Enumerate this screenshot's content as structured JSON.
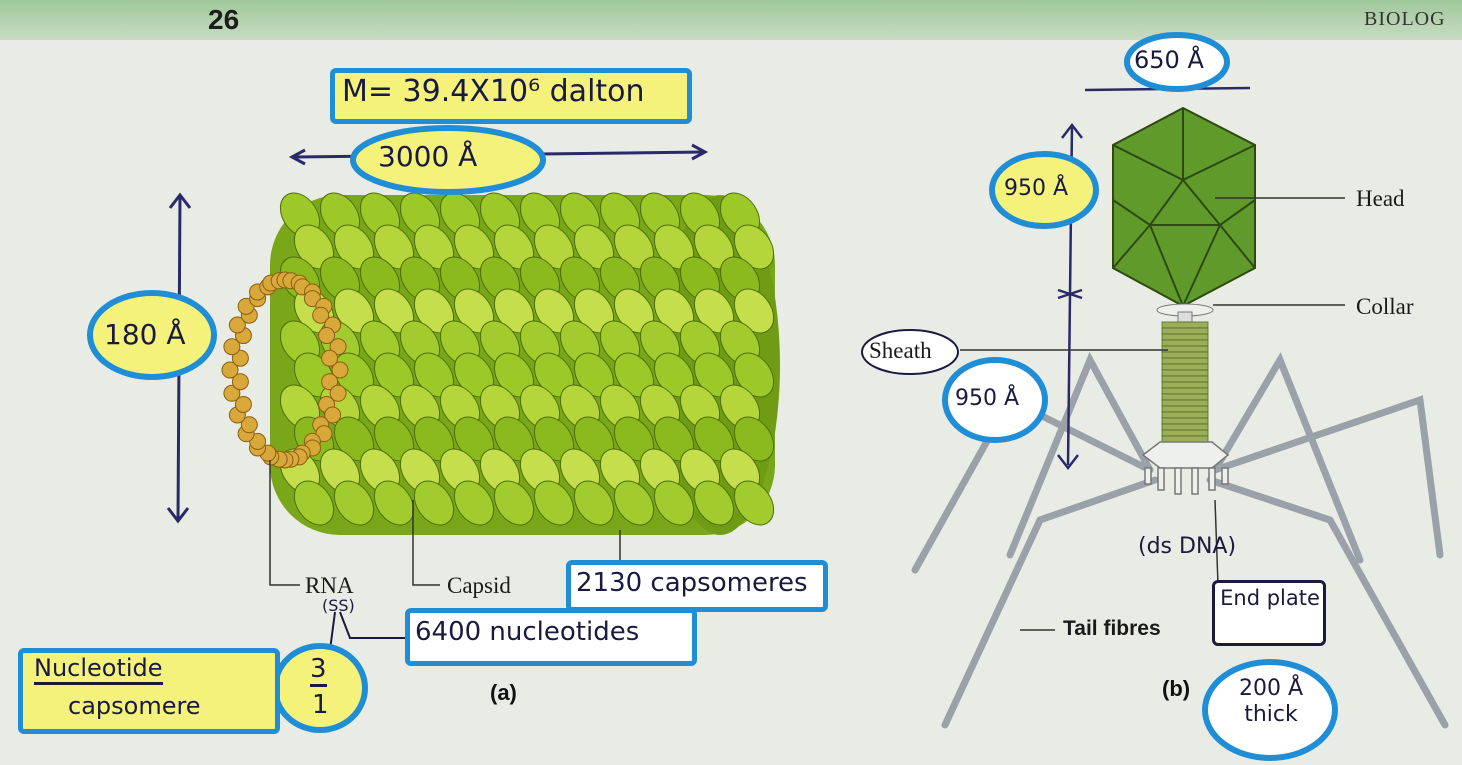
{
  "header": {
    "page_number": "26",
    "running_head": "BIOLOG"
  },
  "figure_a": {
    "caption": "(a)",
    "labels": {
      "rna": "RNA",
      "capsid": "Capsid"
    },
    "annotations": {
      "mass": "M= 39.4X10⁶ dalton",
      "length": "3000 Å",
      "diameter": "180 Å",
      "capsomeres": "2130 capsomeres",
      "rna_small": "(SS)",
      "nucleotides": "6400 nucleotides",
      "ratio_numerator_label": "Nucleotide",
      "ratio_denominator_label": "capsomere",
      "ratio_numerator": "3",
      "ratio_denominator": "1"
    },
    "colors": {
      "capsid": "#8fbf1e",
      "rna": "#d9a83a",
      "highlight": "#f4f27a",
      "marker": "#1f8ed6"
    }
  },
  "figure_b": {
    "caption": "(b)",
    "labels": {
      "head": "Head",
      "collar": "Collar",
      "sheath": "Sheath",
      "tail_fibres": "Tail fibres"
    },
    "annotations": {
      "head_width": "650 Å",
      "head_length": "950 Å",
      "sheath_length": "950 Å",
      "dna": "(ds DNA)",
      "end_plate": "End plate",
      "thickness": "200 Å thick"
    },
    "colors": {
      "head": "#5f9a2b",
      "sheath": "#9cae5a",
      "plate": "#eef0ee"
    }
  }
}
